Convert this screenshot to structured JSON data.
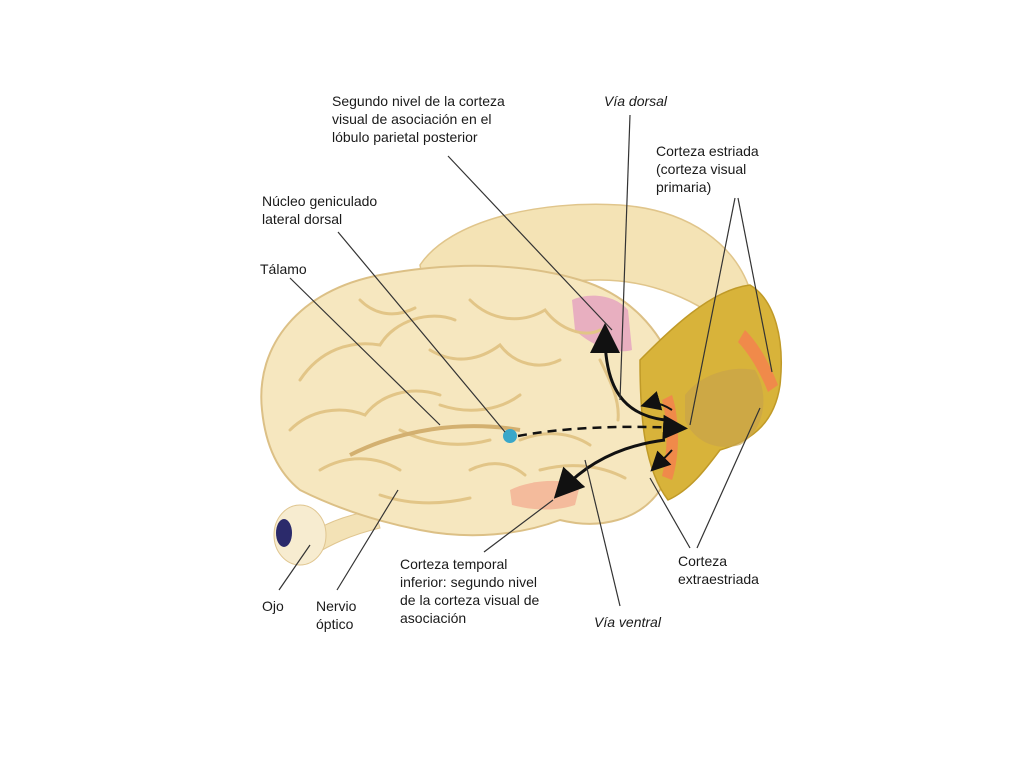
{
  "labels": {
    "segundo_nivel": [
      "Segundo nivel de la corteza",
      "visual de asociación en el",
      "lóbulo parietal posterior"
    ],
    "via_dorsal": "Vía dorsal",
    "corteza_estriada": [
      "Corteza estriada",
      "(corteza visual",
      "primaria)"
    ],
    "nucleo": [
      "Núcleo geniculado",
      "lateral dorsal"
    ],
    "talamo": "Tálamo",
    "ojo": "Ojo",
    "nervio": [
      "Nervio",
      "óptico"
    ],
    "corteza_temporal": [
      "Corteza temporal",
      "inferior: segundo nivel",
      "de la corteza visual de",
      "asociación"
    ],
    "via_ventral": "Vía ventral",
    "corteza_extra": [
      "Corteza",
      "extraestriada"
    ]
  },
  "colors": {
    "brain": "#f6e7bf",
    "brain_shadow": "#e5c98f",
    "occipital": "#d8b33a",
    "striate": "#f08a4a",
    "parietal_assoc": "#e7a9c0",
    "temporal_assoc": "#f3b89a",
    "nucleus": "#3aa7c9",
    "eye": "#2b2a6b",
    "line": "#333333"
  }
}
